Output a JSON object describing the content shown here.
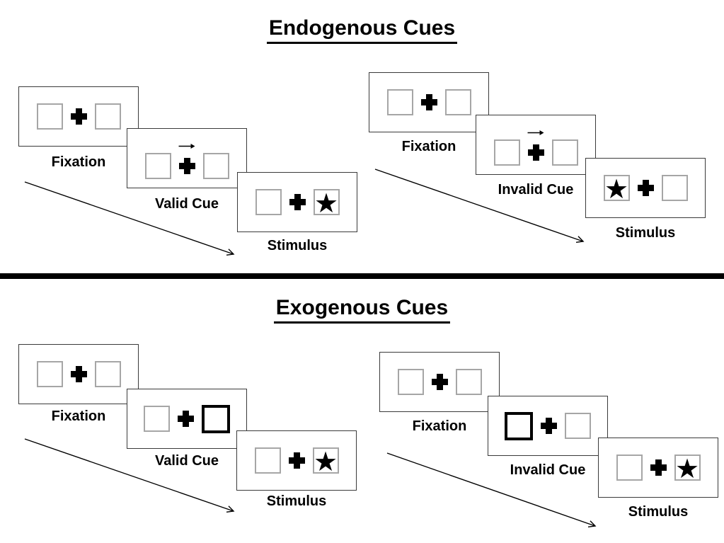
{
  "colors": {
    "background": "#ffffff",
    "ink": "#000000",
    "panel_border": "#3a3a3a",
    "box_border": "#a6a6a6",
    "cue_box_border": "#000000"
  },
  "symbols": {
    "star": "★"
  },
  "sections": [
    {
      "title": "Endogenous Cues",
      "sequences": [
        {
          "name": "valid",
          "cue_type": "central-arrow-right",
          "target_side": "right",
          "panels": [
            {
              "label": "Fixation"
            },
            {
              "label": "Valid Cue"
            },
            {
              "label": "Stimulus"
            }
          ]
        },
        {
          "name": "invalid",
          "cue_type": "central-arrow-right",
          "target_side": "left",
          "panels": [
            {
              "label": "Fixation"
            },
            {
              "label": "Invalid Cue"
            },
            {
              "label": "Stimulus"
            }
          ]
        }
      ]
    },
    {
      "title": "Exogenous Cues",
      "sequences": [
        {
          "name": "valid",
          "cue_type": "bold-box-right",
          "target_side": "right",
          "panels": [
            {
              "label": "Fixation"
            },
            {
              "label": "Valid Cue"
            },
            {
              "label": "Stimulus"
            }
          ]
        },
        {
          "name": "invalid",
          "cue_type": "bold-box-left",
          "target_side": "right",
          "panels": [
            {
              "label": "Fixation"
            },
            {
              "label": "Invalid Cue"
            },
            {
              "label": "Stimulus"
            }
          ]
        }
      ]
    }
  ]
}
